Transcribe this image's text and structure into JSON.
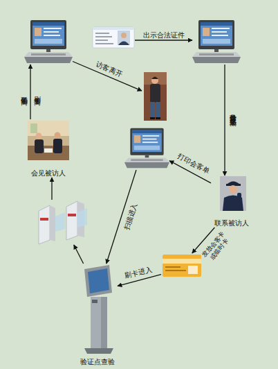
{
  "diagram": {
    "nodes": [
      {
        "text": []
      },
      {
        "text": []
      },
      {
        "text": []
      },
      {
        "text": []
      },
      {
        "text": []
      },
      {
        "text": [
          "会见被访人"
        ]
      },
      {
        "text": [
          "联系被访人"
        ]
      },
      {
        "text": []
      },
      {
        "text": []
      },
      {
        "text": [
          "验证点查验"
        ]
      }
    ],
    "edges": [
      {
        "from": 1,
        "to": 2,
        "label": "出示合法证件",
        "arrow": "to"
      },
      {
        "from": 2,
        "to": 6,
        "label": "身份验证及信息采集",
        "arrow": "to"
      },
      {
        "from": 6,
        "to": 4,
        "label": "打印会客单",
        "arrow": "to"
      },
      {
        "from": 6,
        "to": 8,
        "label": "发放会客卡或临时卡",
        "arrow": "to"
      },
      {
        "from": 8,
        "to": 9,
        "label": "刷卡进入",
        "arrow": "to"
      },
      {
        "from": 4,
        "to": 9,
        "label": "扫描进入",
        "arrow": "to"
      },
      {
        "from": 9,
        "to": 7,
        "arrow": "to"
      },
      {
        "from": 7,
        "to": 5,
        "arrow": "to"
      },
      {
        "from": 5,
        "to": 0,
        "arrow": "to"
      },
      {
        "from": 0,
        "to": 3,
        "label": "访客离开",
        "arrow": "to"
      }
    ],
    "labels": [
      "条码签离",
      "刷卡签离"
    ]
  }
}
